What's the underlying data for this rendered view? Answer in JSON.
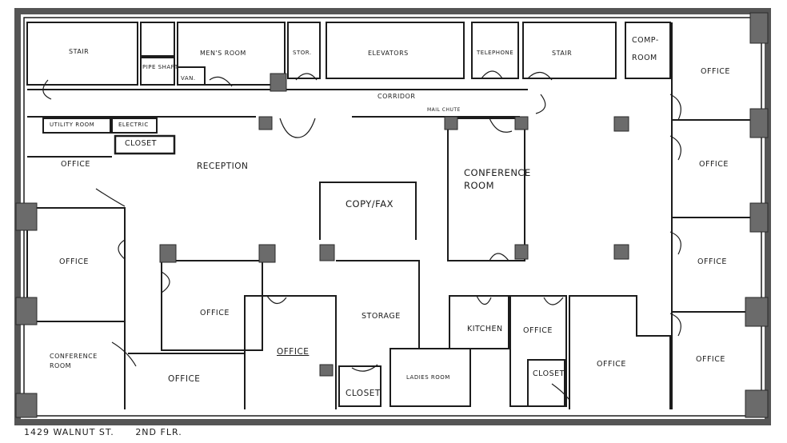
{
  "plan": {
    "caption_address": "1429 WALNUT ST.",
    "caption_floor": "2ND FLR.",
    "colors": {
      "wall": "#6b6b6b",
      "line": "#1c1c1c",
      "paper": "#ffffff"
    }
  },
  "rooms": {
    "stair_left": "STAIR",
    "pipe_shaft": "PIPE SHAFT",
    "van": "VAN.",
    "mens_room": "MEN'S ROOM",
    "stor": "STOR.",
    "elevators": "ELEVATORS",
    "telephone": "TELEPHONE",
    "stair_right": "STAIR",
    "comp_room": "COMP-ROOM",
    "office_ne": "OFFICE",
    "corridor": "CORRIDOR",
    "mail_chute": "MAIL CHUTE",
    "utility_room": "UTILITY ROOM",
    "electric": "ELECTRIC",
    "closet_top": "CLOSET",
    "office_top_left": "OFFICE",
    "reception": "RECEPTION",
    "copy_fax": "COPY/FAX",
    "conference_room": "CONFERENCE ROOM",
    "office_east_2": "OFFICE",
    "office_west": "OFFICE",
    "office_east_3": "OFFICE",
    "office_center": "OFFICE",
    "storage": "STORAGE",
    "kitchen": "KITCHEN",
    "office_small": "OFFICE",
    "conference_room_sw": "CONFERENCE ROOM",
    "office_mid_bottom": "OFFICE",
    "office_bottom_left": "OFFICE",
    "ladies_room": "LADIES ROOM",
    "closet_bottom": "CLOSET",
    "closet_small": "CLOSET",
    "office_se_1": "OFFICE",
    "office_se_2": "OFFICE"
  }
}
